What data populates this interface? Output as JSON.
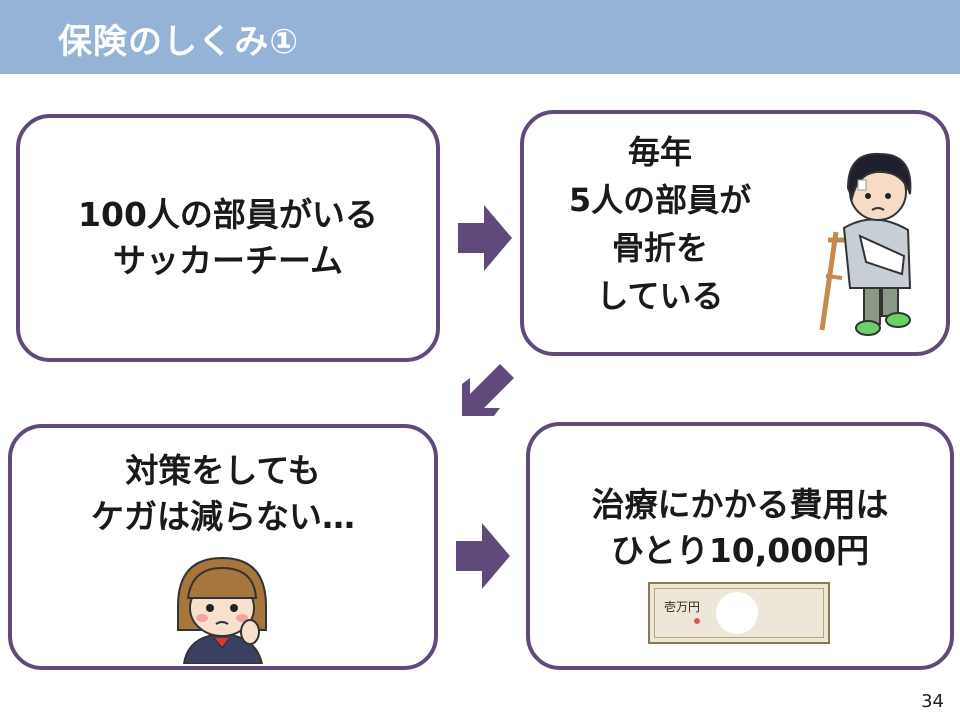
{
  "slide": {
    "title": "保険のしくみ①",
    "page_number": "34",
    "accent_color": "#604a7b",
    "title_bar_color": "#95b3d7"
  },
  "cards": {
    "team": {
      "lines": [
        "100人の部員がいる",
        "サッカーチーム"
      ]
    },
    "injury": {
      "lines": [
        "毎年",
        "5人の部員が",
        "骨折を",
        "している"
      ],
      "icon": "injured-boy-with-crutch-illustration"
    },
    "prevention": {
      "lines": [
        "対策をしても",
        "ケガは減らない…"
      ],
      "icon": "worried-girl-illustration"
    },
    "cost": {
      "lines": [
        "治療にかかる費用は",
        "ひとり10,000円"
      ],
      "icon": "banknote-illustration",
      "banknote_label": "壱万円"
    }
  }
}
